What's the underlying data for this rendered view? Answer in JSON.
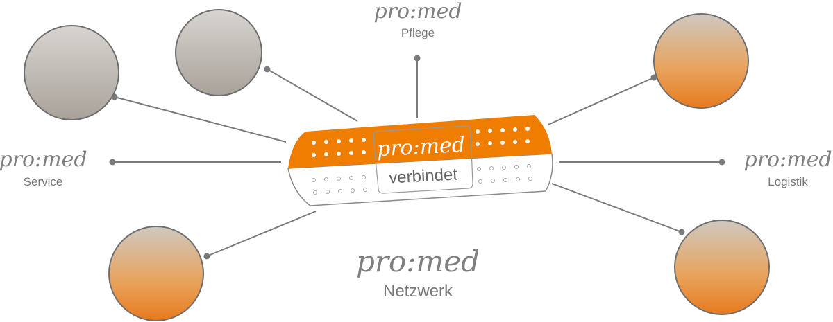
{
  "colors": {
    "accent": "#ee7d00",
    "line": "#7a7a7a",
    "text": "#777777"
  },
  "center": {
    "brand": "pro:med",
    "tagline": "verbindet"
  },
  "nodes": {
    "pflege": {
      "brand": "pro:med",
      "label": "Pflege"
    },
    "service": {
      "brand": "pro:med",
      "label": "Service"
    },
    "logistik": {
      "brand": "pro:med",
      "label": "Logistik"
    },
    "netzwerk": {
      "brand": "pro:med",
      "label": "Netzwerk"
    }
  }
}
